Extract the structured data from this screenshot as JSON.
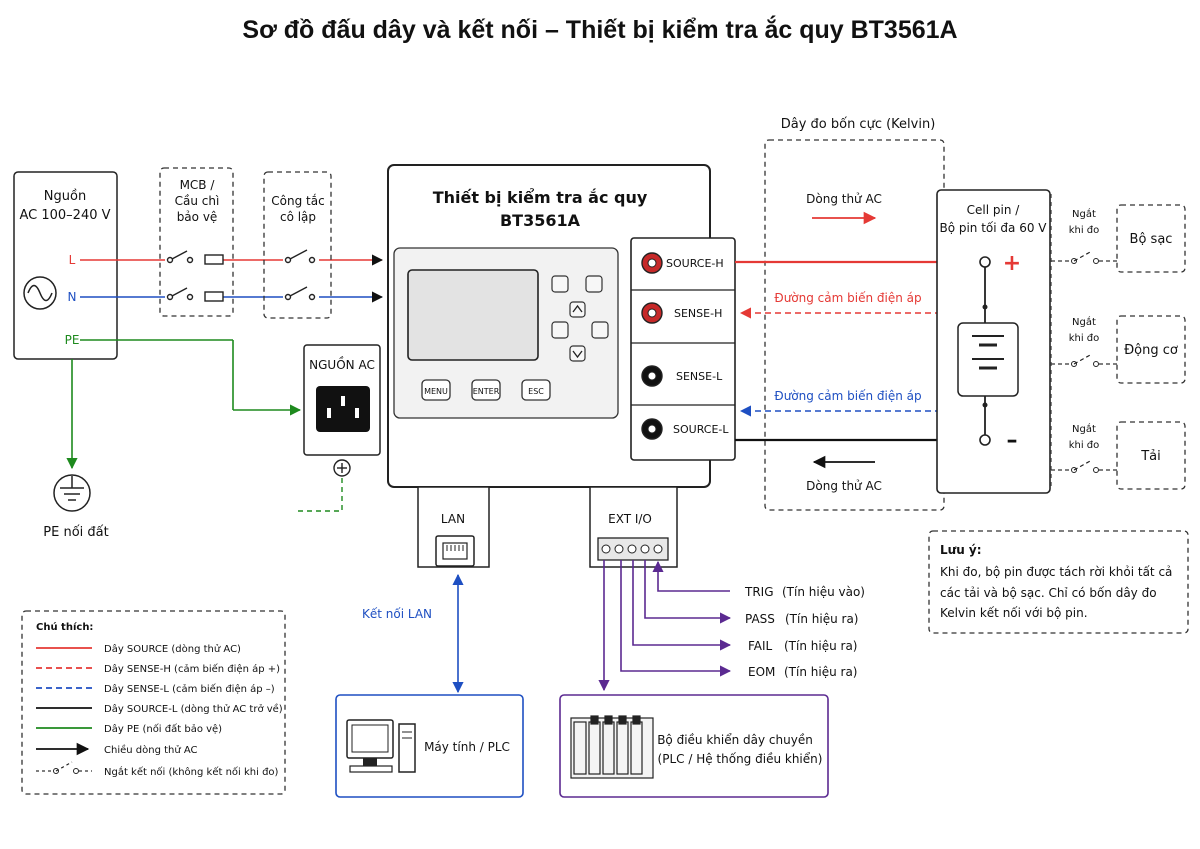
{
  "title": "Sơ đồ đấu dây và kết nối – Thiết bị kiểm tra ắc quy BT3561A",
  "source": {
    "line1": "Nguồn",
    "line2": "AC 100–240 V",
    "l": "L",
    "n": "N",
    "pe": "PE"
  },
  "ground_label": "PE nối đất",
  "mcb": {
    "line1": "MCB /",
    "line2": "Cầu chì",
    "line3": "bảo vệ"
  },
  "isolator": {
    "line1": "Công tắc",
    "line2": "cô lập"
  },
  "ac_inlet_label": "NGUỒN AC",
  "device": {
    "line1": "Thiết bị kiểm tra ắc quy",
    "line2": "BT3561A",
    "buttons": [
      "MENU",
      "ENTER",
      "ESC"
    ],
    "terminals": [
      "SOURCE-H",
      "SENSE-H",
      "SENSE-L",
      "SOURCE-L"
    ]
  },
  "lan": {
    "label": "LAN",
    "link": "Kết nối LAN"
  },
  "ext_io": {
    "label": "EXT I/O"
  },
  "signals": [
    {
      "name": "TRIG",
      "desc": "(Tín hiệu vào)"
    },
    {
      "name": "PASS",
      "desc": "(Tín hiệu ra)"
    },
    {
      "name": "FAIL",
      "desc": "(Tín hiệu ra)"
    },
    {
      "name": "EOM",
      "desc": "(Tín hiệu ra)"
    }
  ],
  "kelvin": {
    "title": "Dây đo bốn cực (Kelvin)",
    "ac_top": "Dòng thử AC",
    "ac_bottom": "Dòng thử AC",
    "sense_h": "Đường cảm biến điện áp",
    "sense_l": "Đường cảm biến điện áp"
  },
  "cell": {
    "line1": "Cell pin /",
    "line2": "Bộ pin tối đa 60 V",
    "plus": "+",
    "minus": "–"
  },
  "disconnect": {
    "line1": "Ngắt",
    "line2": "khi đo"
  },
  "loads": [
    "Bộ sạc",
    "Động cơ",
    "Tải"
  ],
  "note": {
    "title": "Lưu ý:",
    "lines": [
      "Khi đo, bộ pin được tách rời khỏi tất cả",
      "các tải và bộ sạc. Chỉ có bốn dây đo",
      "Kelvin kết nối với bộ pin."
    ]
  },
  "pc_label": "Máy tính / PLC",
  "plc": {
    "line1": "Bộ điều khiển dây chuyền",
    "line2": "(PLC / Hệ thống điều khiển)"
  },
  "legend": {
    "title": "Chú thích:",
    "items": [
      {
        "label": "Dây SOURCE (dòng thử AC)",
        "color": "#e53935",
        "style": "solid"
      },
      {
        "label": "Dây SENSE-H (cảm biến điện áp +)",
        "color": "#e53935",
        "style": "dashed"
      },
      {
        "label": "Dây SENSE-L (cảm biến điện áp –)",
        "color": "#1e4fc2",
        "style": "dashed"
      },
      {
        "label": "Dây SOURCE-L (dòng thử AC trở về)",
        "color": "#111111",
        "style": "solid"
      },
      {
        "label": "Dây PE (nối đất bảo vệ)",
        "color": "#1e8a1e",
        "style": "solid"
      },
      {
        "label": "Chiều dòng thử AC",
        "color": "#111111",
        "style": "arrow"
      },
      {
        "label": "Ngắt kết nối (không kết nối khi đo)",
        "color": "#111111",
        "style": "switch"
      }
    ]
  },
  "colors": {
    "red": "#e53935",
    "blue": "#1e4fc2",
    "green": "#1e8a1e",
    "purple": "#5b2a91",
    "navy": "#1e4fc2"
  }
}
